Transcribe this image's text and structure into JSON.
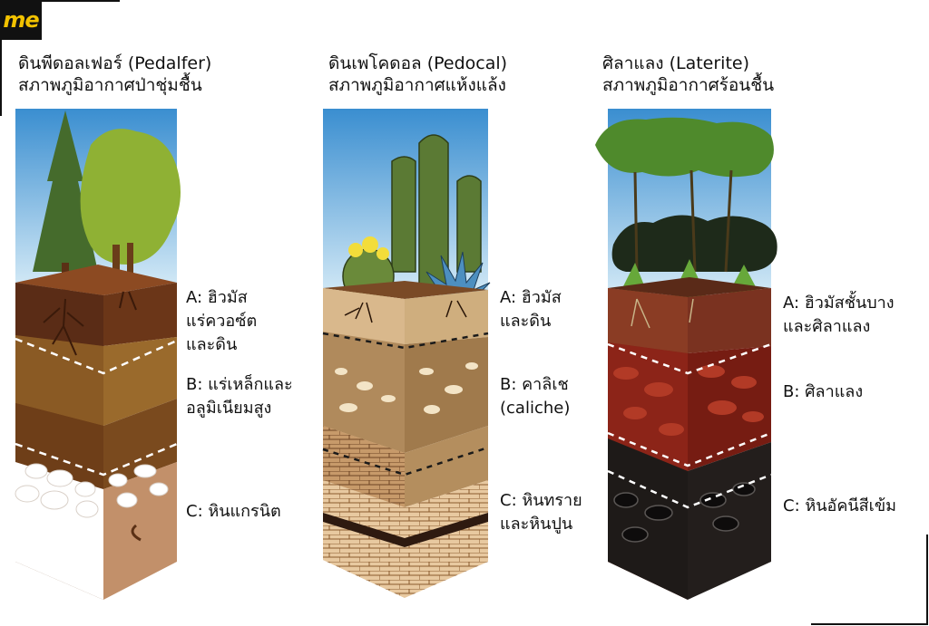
{
  "logo": {
    "text": "me",
    "color": "#f2c200"
  },
  "columns": [
    {
      "id": "pedalfer",
      "title_line1": "ดินพีดอลเฟอร์ (Pedalfer)",
      "title_line2": "สภาพภูมิอากาศป่าชุ่มชื้น",
      "horizons": [
        {
          "key": "A",
          "lines": [
            "A: ฮิวมัส",
            "แร่ควอซ์ต",
            "และดิน"
          ]
        },
        {
          "key": "B",
          "lines": [
            "B: แร่เหล็กและ",
            "อลูมิเนียมสูง"
          ]
        },
        {
          "key": "C",
          "lines": [
            "C: หินแกรนิต"
          ]
        }
      ]
    },
    {
      "id": "pedocal",
      "title_line1": "ดินเพโคดอล (Pedocal)",
      "title_line2": "สภาพภูมิอากาศแห้งแล้ง",
      "horizons": [
        {
          "key": "A",
          "lines": [
            "A: ฮิวมัส",
            "และดิน"
          ]
        },
        {
          "key": "B",
          "lines": [
            "B: คาลิเช",
            "(caliche)"
          ]
        },
        {
          "key": "C",
          "lines": [
            "C: หินทราย",
            "และหินปูน"
          ]
        }
      ]
    },
    {
      "id": "laterite",
      "title_line1": "ศิลาแลง (Laterite)",
      "title_line2": "สภาพภูมิอากาศร้อนชื้น",
      "horizons": [
        {
          "key": "A",
          "lines": [
            "A: ฮิวมัสชั้นบาง",
            "และศิลาแลง"
          ]
        },
        {
          "key": "B",
          "lines": [
            "B: ศิลาแลง"
          ]
        },
        {
          "key": "C",
          "lines": [
            "C: หินอัคนีสีเข้ม"
          ]
        }
      ]
    }
  ],
  "colors": {
    "sky_top": "#3b8fd0",
    "sky_bottom": "#d8ecf7",
    "pedalfer_a": "#5a2c16",
    "pedalfer_b": "#8a5a24",
    "pedalfer_c": "#c2906a",
    "pedocal_a": "#d9b88c",
    "pedocal_b": "#b08a5c",
    "pedocal_c": "#c9a57a",
    "laterite_a": "#7a2e1a",
    "laterite_b": "#8c2418",
    "laterite_c": "#1e1a18"
  }
}
